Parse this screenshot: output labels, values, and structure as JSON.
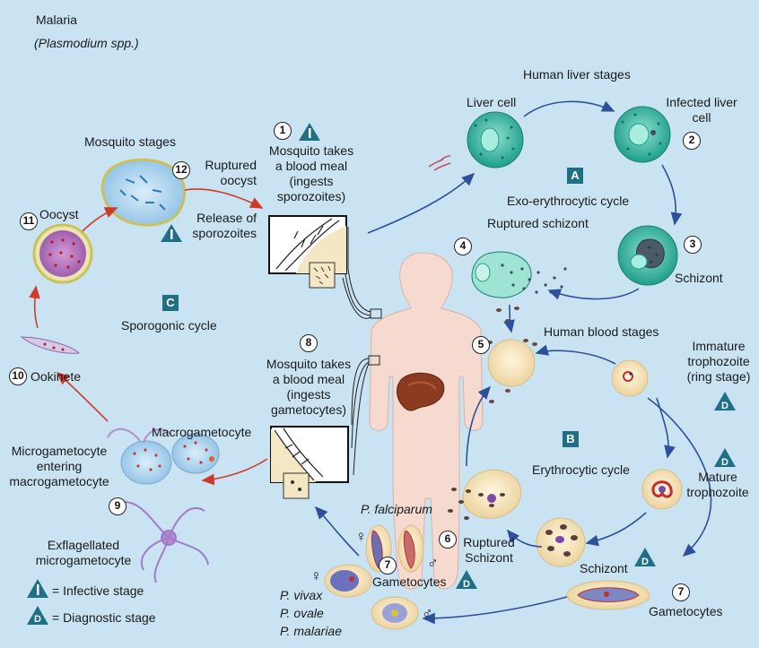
{
  "title": "Malaria",
  "subtitle": "(Plasmodium spp.)",
  "stage_headings": {
    "human_liver": "Human liver stages",
    "human_blood": "Human blood stages",
    "mosquito": "Mosquito stages"
  },
  "cycles": {
    "A": {
      "letter": "A",
      "label": "Exo-erythrocytic cycle"
    },
    "B": {
      "letter": "B",
      "label": "Erythrocytic cycle"
    },
    "C": {
      "letter": "C",
      "label": "Sporogonic cycle"
    }
  },
  "steps": {
    "s1": {
      "num": "1",
      "line1": "Mosquito takes",
      "line2": "a blood meal",
      "line3": "(ingests",
      "line4": "sporozoites)"
    },
    "s2": {
      "num": "2",
      "line1": "Infected liver",
      "line2": "cell"
    },
    "liver_cell": "Liver cell",
    "s3": {
      "num": "3",
      "label": "Schizont"
    },
    "s4": {
      "num": "4",
      "label": "Ruptured schizont"
    },
    "s5": {
      "num": "5"
    },
    "immature": {
      "line1": "Immature",
      "line2": "trophozoite",
      "line3": "(ring stage)"
    },
    "mature": {
      "line1": "Mature",
      "line2": "trophozoite"
    },
    "blood_schizont": "Schizont",
    "s6": {
      "num": "6",
      "line1": "Ruptured",
      "line2": "Schizont"
    },
    "s7a": {
      "num": "7",
      "label": "Gametocytes"
    },
    "s7b": {
      "num": "7",
      "label": "Gametocytes"
    },
    "s8": {
      "num": "8",
      "line1": "Mosquito takes",
      "line2": "a blood meal",
      "line3": "(ingests",
      "line4": "gametocytes)"
    },
    "s9": {
      "num": "9"
    },
    "macro": "Macrogametocyte",
    "micro_enter": {
      "line1": "Microgametocyte",
      "line2": "entering",
      "line3": "macrogametocyte"
    },
    "exflag": {
      "line1": "Exflagellated",
      "line2": "microgametocyte"
    },
    "s10": {
      "num": "10",
      "label": "Ookinete"
    },
    "s11": {
      "num": "11",
      "label": "Oocyst"
    },
    "s12": {
      "num": "12",
      "line1": "Ruptured",
      "line2": "oocyst"
    },
    "release": {
      "line1": "Release of",
      "line2": "sporozoites"
    }
  },
  "species": {
    "falciparum": "P. falciparum",
    "vivax": "P. vivax",
    "ovale": "P. ovale",
    "malariae": "P. malariae"
  },
  "legend": {
    "infective_symbol": "i",
    "infective_text": "= Infective stage",
    "diagnostic_symbol": "d",
    "diagnostic_text": "= Diagnostic stage"
  },
  "symbols": {
    "female": "♀",
    "male": "♂"
  },
  "colors": {
    "background": "#c9e3f2",
    "arrow_blue": "#2e4f9a",
    "arrow_red": "#d03a2a",
    "badge_teal": "#1f6f86",
    "liver_cell": "#2fb3a0",
    "rbc": "#f7e6bf",
    "body_skin": "#f6d9cf"
  }
}
